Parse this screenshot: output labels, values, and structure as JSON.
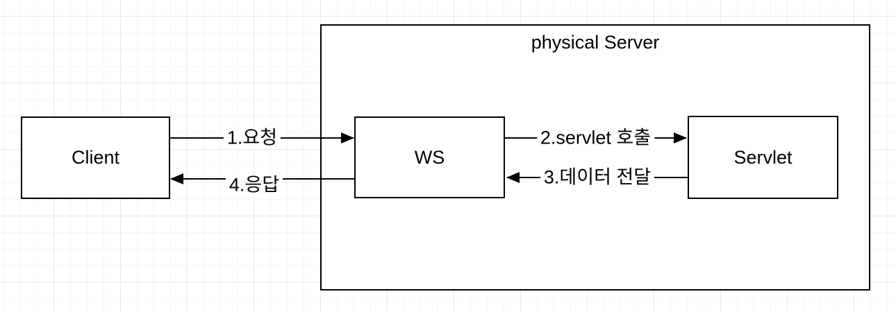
{
  "diagram": {
    "type": "architecture-flow",
    "container": {
      "label": "physical Server"
    },
    "nodes": [
      {
        "id": "client",
        "label": "Client"
      },
      {
        "id": "ws",
        "label": "WS"
      },
      {
        "id": "servlet",
        "label": "Servlet"
      }
    ],
    "edges": [
      {
        "id": "request",
        "label": "1.요청",
        "from": "client",
        "to": "ws",
        "direction": "right"
      },
      {
        "id": "servlet-call",
        "label": "2.servlet 호출",
        "from": "ws",
        "to": "servlet",
        "direction": "right"
      },
      {
        "id": "data-transfer",
        "label": "3.데이터 전달",
        "from": "servlet",
        "to": "ws",
        "direction": "left"
      },
      {
        "id": "response",
        "label": "4.응답",
        "from": "ws",
        "to": "client",
        "direction": "left"
      }
    ],
    "colors": {
      "stroke": "#000000",
      "shape_fill": "#ffffff",
      "background": "#ffffff",
      "grid_minor": "#f5f5f5",
      "grid_major": "#e9e9e9"
    }
  }
}
